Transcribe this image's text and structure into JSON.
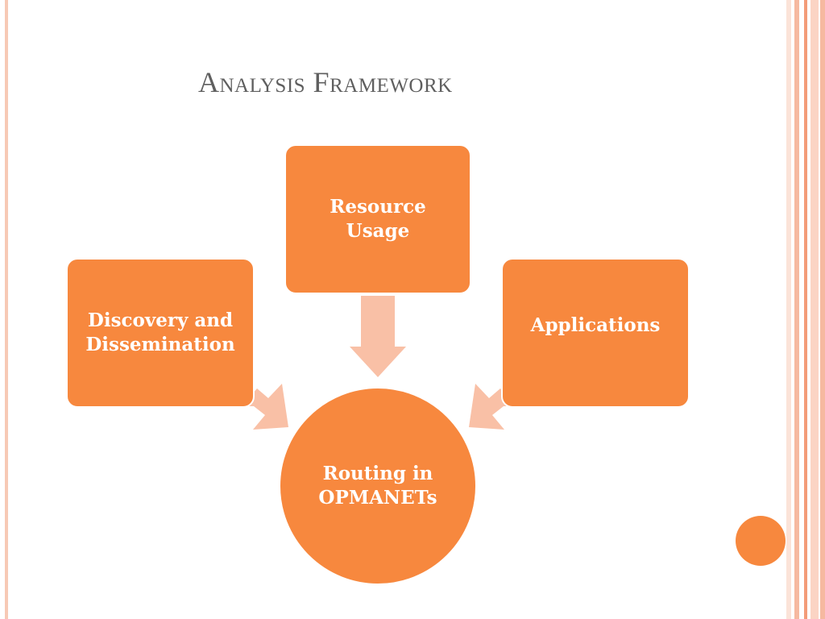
{
  "slide": {
    "title": "Analysis Framework"
  },
  "diagram": {
    "nodes": {
      "resource_usage": "Resource\nUsage",
      "discovery": "Discovery and\nDissemination",
      "applications": "Applications",
      "routing": "Routing in\nOPMANETs"
    }
  },
  "colors": {
    "node_fill": "#f7883e",
    "arrow_fill": "#f9c0a6",
    "title_text": "#5f5f5f",
    "frame": "#f7c9b5"
  }
}
